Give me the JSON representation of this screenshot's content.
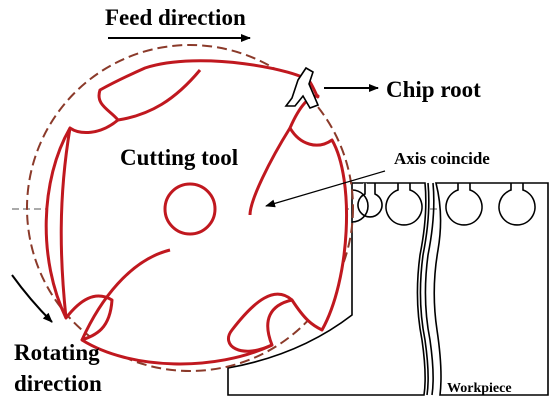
{
  "labels": {
    "feed_direction": "Feed direction",
    "chip_root": "Chip root",
    "cutting_tool": "Cutting tool",
    "axis_coincide": "Axis coincide",
    "rotating_line1": "Rotating",
    "rotating_line2": "direction",
    "workpiece": "Workpiece"
  },
  "colors": {
    "tool_stroke": "#c0181f",
    "dashed_circle": "#8b3a2a",
    "axis_line": "#777777",
    "ink": "#000000"
  }
}
